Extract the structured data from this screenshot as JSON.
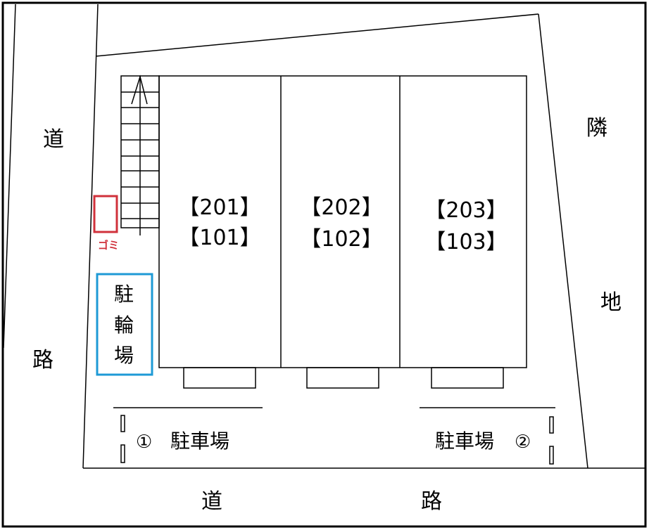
{
  "roads": {
    "left_top": "道",
    "left_bottom": "路",
    "bottom_left": "道",
    "bottom_right": "路"
  },
  "neighbor": {
    "top": "隣",
    "bottom": "地"
  },
  "units": [
    {
      "upper": "【201】",
      "lower": "【101】"
    },
    {
      "upper": "【202】",
      "lower": "【102】"
    },
    {
      "upper": "【203】",
      "lower": "【103】"
    }
  ],
  "garbage": {
    "label": "ゴミ",
    "color": "#d0313b"
  },
  "bicycle_parking": {
    "chars": [
      "駐",
      "輪",
      "場"
    ],
    "color": "#1e9ad6"
  },
  "parking": [
    {
      "number": "①",
      "label": "駐車場"
    },
    {
      "number": "②",
      "label": "駐車場"
    }
  ]
}
